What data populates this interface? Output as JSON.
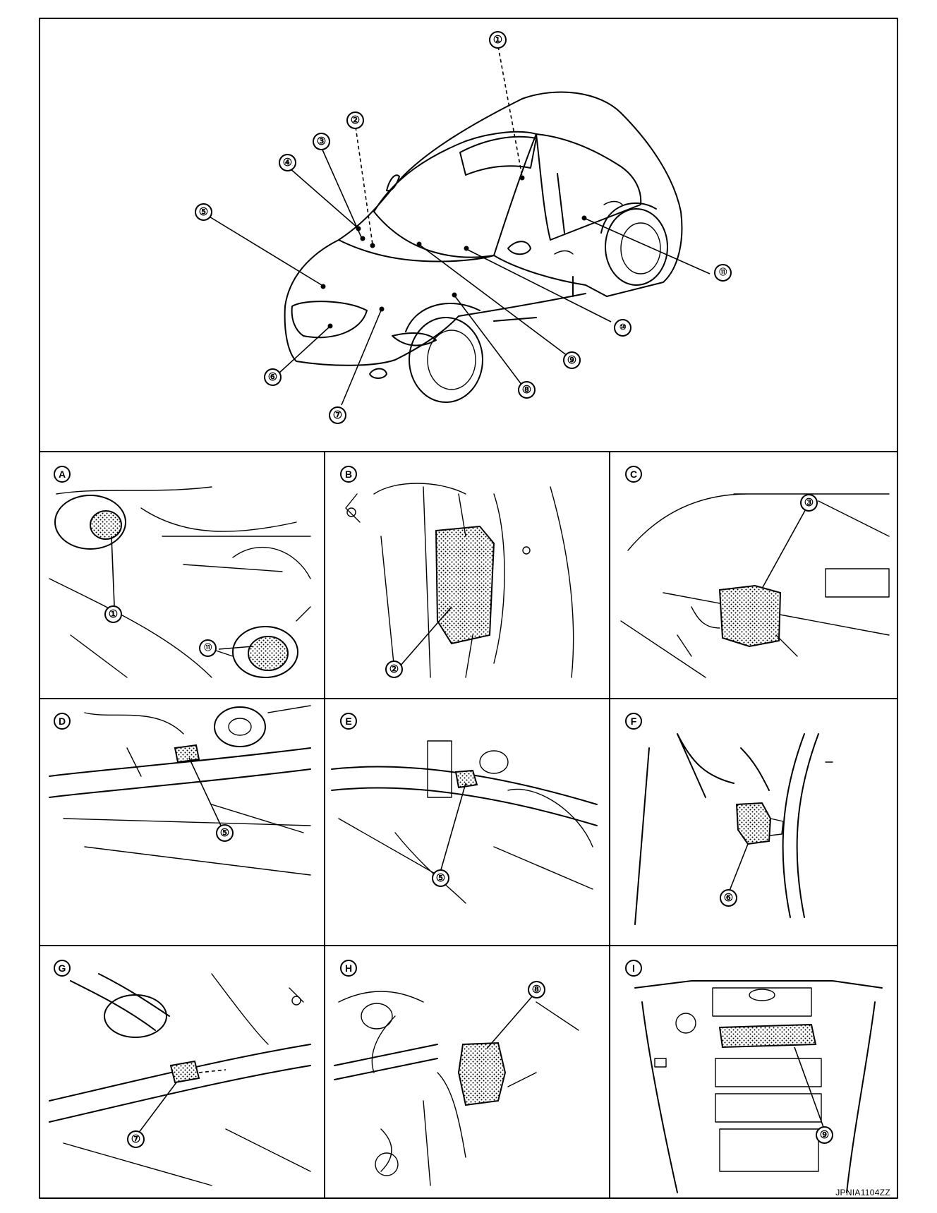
{
  "overview": {
    "callouts": [
      "①",
      "②",
      "③",
      "④",
      "⑤",
      "⑥",
      "⑦",
      "⑧",
      "⑨",
      "⑩",
      "⑪"
    ]
  },
  "panels": [
    {
      "letter": "A",
      "callouts": [
        "①",
        "⑪"
      ]
    },
    {
      "letter": "B",
      "callouts": [
        "②"
      ]
    },
    {
      "letter": "C",
      "callouts": [
        "③"
      ]
    },
    {
      "letter": "D",
      "callouts": [
        "⑤"
      ]
    },
    {
      "letter": "E",
      "callouts": [
        "⑤"
      ]
    },
    {
      "letter": "F",
      "callouts": [
        "⑥"
      ]
    },
    {
      "letter": "G",
      "callouts": [
        "⑦"
      ]
    },
    {
      "letter": "H",
      "callouts": [
        "⑧"
      ]
    },
    {
      "letter": "I",
      "callouts": [
        "⑨"
      ]
    }
  ],
  "figure_code": "JPNIA1104ZZ",
  "colors": {
    "line": "#000000",
    "background": "#ffffff"
  }
}
